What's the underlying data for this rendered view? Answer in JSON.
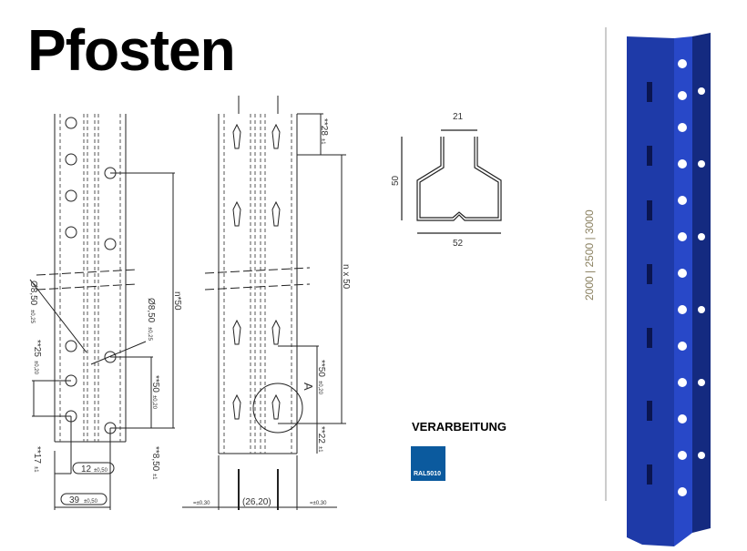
{
  "title": "Pfosten",
  "drawing1": {
    "hole_dia_left": "Ø8,50",
    "hole_dia_left_tol": "±0,25",
    "hole_dia_right": "Ø8,50",
    "hole_dia_right_tol": "±0,25",
    "pitch_left": "**25",
    "pitch_left_tol": "±0,20",
    "pitch_right": "**50",
    "pitch_right_tol": "±0,20",
    "n_pitch": "n*50",
    "bottom_left": "**17",
    "bottom_left_tol": "±1",
    "bottom_right": "**8,50",
    "bottom_right_tol": "±1",
    "width_12": "12",
    "width_12_tol": "±0,50",
    "width_39": "39",
    "width_39_tol": "±0,50"
  },
  "drawing2": {
    "top": "**28",
    "top_tol": "±1",
    "n_pitch": "n x 50",
    "pitch": "**50",
    "pitch_tol": "±0,20",
    "detail": "A",
    "bottom": "**22",
    "bottom_tol": "±1",
    "left_tol": "=±0,30",
    "center": "(26,20)",
    "right_tol": "=±0,30"
  },
  "profile": {
    "top": "21",
    "height": "50",
    "width": "52"
  },
  "lengths": "2000 | 2500 | 3000",
  "finish": {
    "heading": "VERARBEITUNG",
    "color_code": "RAL5010",
    "color": "#0b5a9e"
  }
}
